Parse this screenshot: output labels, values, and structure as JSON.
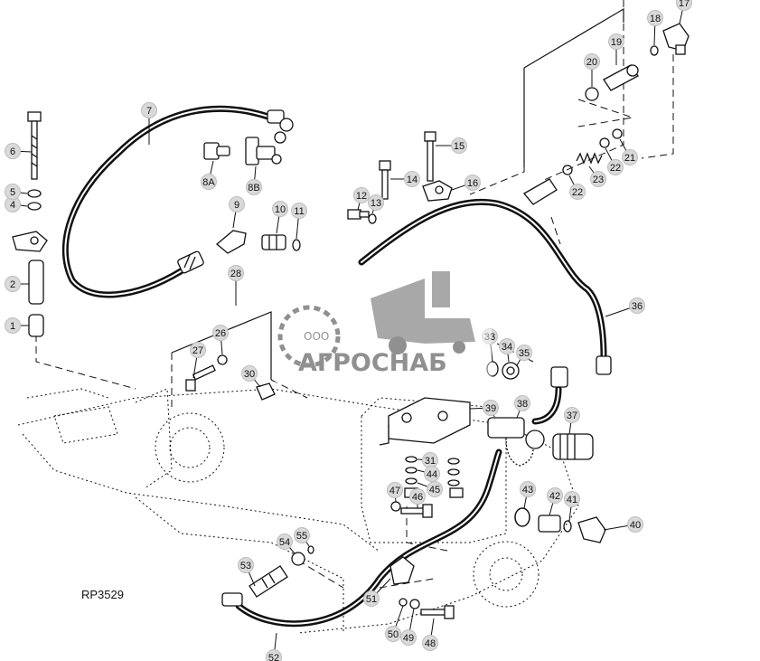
{
  "figure_code": "RP3529",
  "watermark": {
    "prefix": "ООО",
    "name": "АГРОСНАБ"
  },
  "callouts": [
    "1",
    "2",
    "4",
    "5",
    "6",
    "7",
    "8A",
    "8B",
    "9",
    "10",
    "11",
    "12",
    "13",
    "14",
    "15",
    "16",
    "17",
    "18",
    "19",
    "20",
    "21",
    "22",
    "22",
    "23",
    "26",
    "27",
    "28",
    "30",
    "31",
    "33",
    "34",
    "35",
    "36",
    "37",
    "38",
    "39",
    "40",
    "41",
    "42",
    "43",
    "44",
    "45",
    "46",
    "47",
    "48",
    "49",
    "50",
    "51",
    "52",
    "53",
    "54",
    "55"
  ],
  "colors": {
    "line": "#111111",
    "watermark": "#7d7d7d",
    "paper": "#ffffff"
  }
}
